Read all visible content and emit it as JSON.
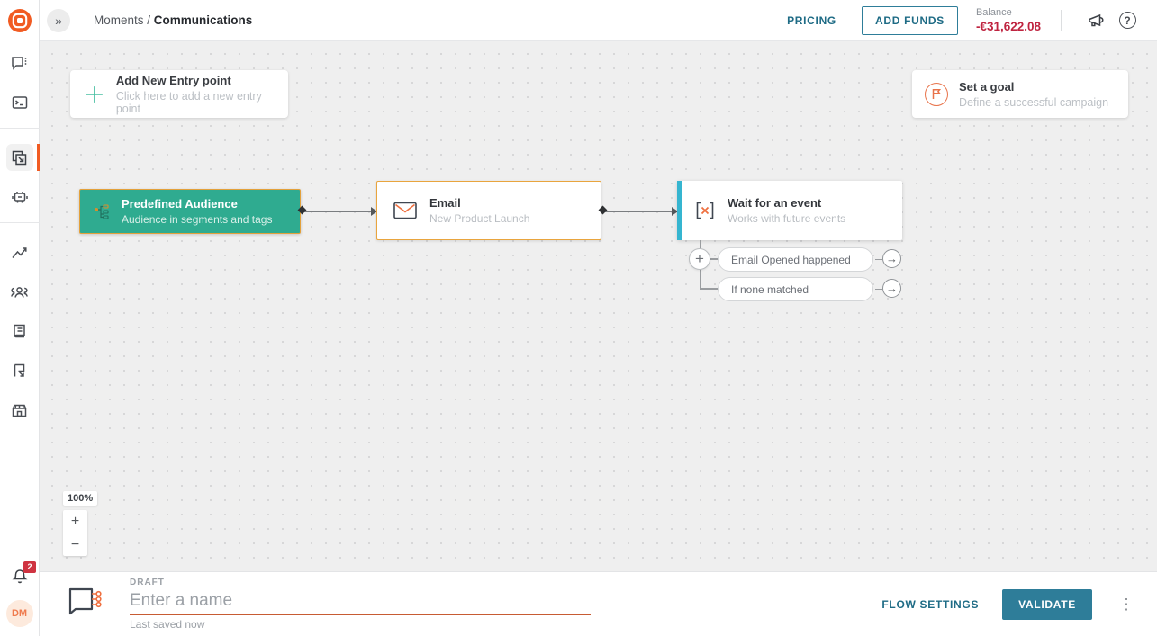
{
  "header": {
    "breadcrumb": {
      "section": "Moments",
      "separator": " / ",
      "page": "Communications"
    },
    "pricing_label": "PRICING",
    "add_funds_label": "ADD FUNDS",
    "balance_label": "Balance",
    "balance_value": "-€31,622.08"
  },
  "glyphs": {
    "collapse": "»",
    "help": "?",
    "branch_add": "+",
    "branch_arrow": "→",
    "zoom_in": "+",
    "zoom_out": "−",
    "kebab": "⋮"
  },
  "sidebar": {
    "items": [
      {
        "icon": "chat-notes-icon"
      },
      {
        "icon": "terminal-icon"
      },
      {
        "icon": "moments-flows-icon",
        "active": true
      },
      {
        "icon": "bot-icon"
      },
      {
        "icon": "analytics-icon"
      },
      {
        "icon": "people-icon"
      },
      {
        "icon": "catalog-icon"
      },
      {
        "icon": "flag-pointer-icon"
      },
      {
        "icon": "marketplace-icon"
      }
    ],
    "notification_badge": "2",
    "avatar_initials": "DM"
  },
  "canvas": {
    "entry_card": {
      "title": "Add New Entry point",
      "subtitle": "Click here to add a new entry point"
    },
    "goal_card": {
      "title": "Set a goal",
      "subtitle": "Define a successful campaign"
    },
    "nodes": [
      {
        "title": "Predefined Audience",
        "subtitle": "Audience in segments and tags",
        "icon": "segments-icon"
      },
      {
        "title": "Email",
        "subtitle": "New Product Launch",
        "icon": "envelope-icon"
      },
      {
        "title": "Wait for an event",
        "subtitle": "Works with future events",
        "icon": "wait-event-icon"
      }
    ],
    "branches": [
      {
        "label": "Email Opened happened"
      },
      {
        "label": "If none matched"
      }
    ],
    "zoom_level": "100%"
  },
  "footer": {
    "status": "DRAFT",
    "name_placeholder": "Enter a name",
    "last_saved": "Last saved now",
    "flow_settings_label": "FLOW SETTINGS",
    "validate_label": "VALIDATE"
  },
  "colors": {
    "brand_orange": "#f15b22",
    "node_border_orange": "#e9a53e",
    "node_green": "#2fab90",
    "selected_cyan": "#35b5d0",
    "action_teal": "#2e7d99",
    "balance_red": "#bf2440"
  }
}
